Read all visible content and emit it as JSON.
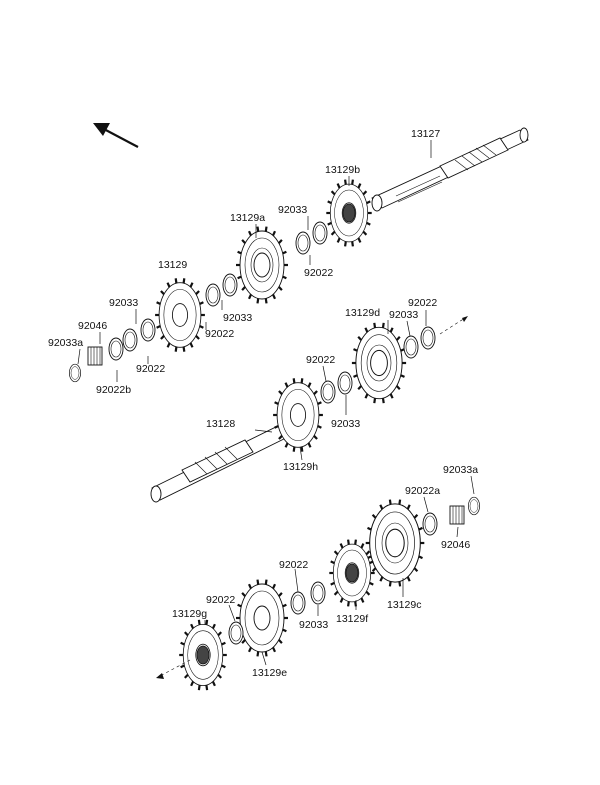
{
  "labels": {
    "p13127": "13127",
    "p13129b": "13129b",
    "p92033_top": "92033",
    "p13129a": "13129a",
    "p92022_top": "92022",
    "p13129": "13129",
    "p92033_mid": "92033",
    "p92022_mid": "92022",
    "p92033_left": "92033",
    "p92046_left": "92046",
    "p92033a_left": "92033a",
    "p92022b": "92022b",
    "p92022_left": "92022",
    "p13129d": "13129d",
    "p92033_d": "92033",
    "p92022_d": "92022",
    "p92022_h": "92022",
    "p92033_h": "92033",
    "p13128": "13128",
    "p13129h": "13129h",
    "p92033a_right": "92033a",
    "p92022a": "92022a",
    "p92046_right": "92046",
    "p92022_low": "92022",
    "p92022_e": "92022",
    "p13129g": "13129g",
    "p92033_low": "92033",
    "p13129f": "13129f",
    "p13129c": "13129c",
    "p13129e": "13129e"
  },
  "icons": {
    "front_arrow": "direction-arrow-icon"
  }
}
